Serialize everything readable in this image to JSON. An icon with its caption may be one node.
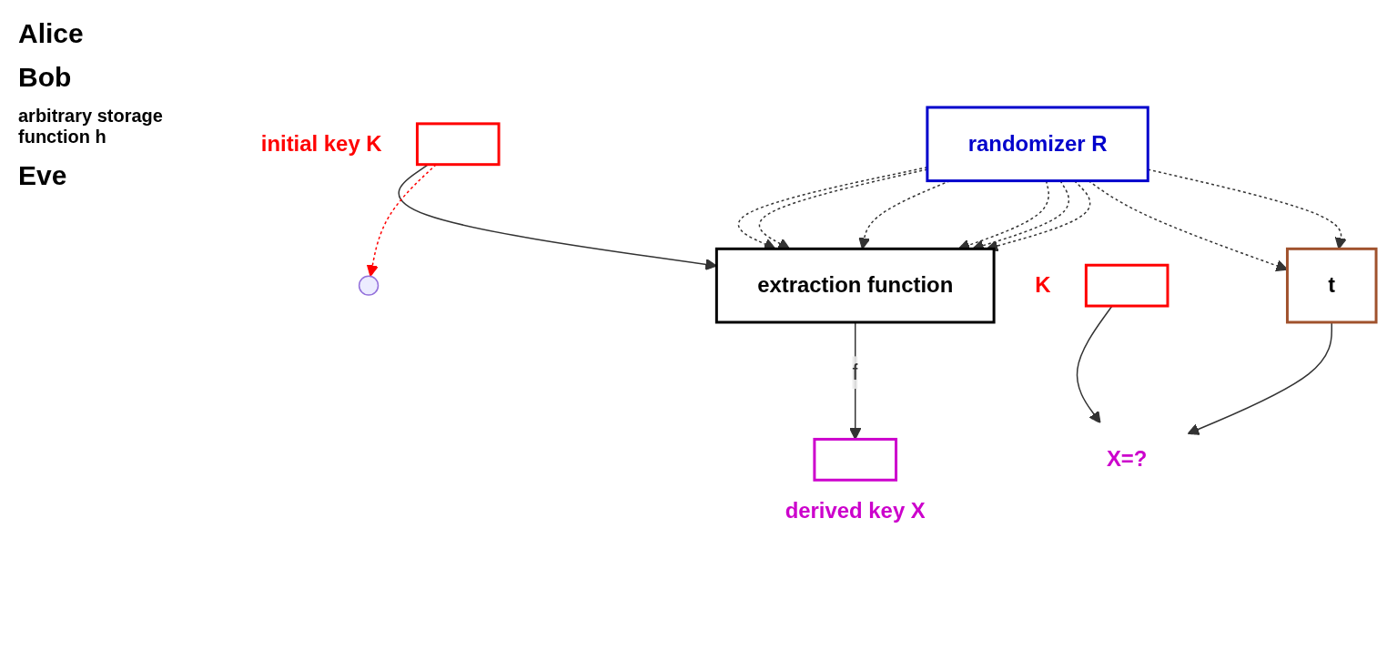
{
  "diagram": {
    "nodes": [
      {
        "text": [],
        "shape": "box",
        "beside": [
          "initial key K"
        ]
      },
      {
        "text": [
          "extraction function"
        ]
      },
      {
        "text": [],
        "shape": "box",
        "beside": [
          "derived key X"
        ]
      },
      {
        "text": [
          "randomizer  R"
        ]
      },
      {
        "text": [
          "t"
        ]
      },
      {
        "text": [
          "X=?"
        ]
      },
      {
        "text": [],
        "shape": "box",
        "beside": [
          "K"
        ]
      }
    ],
    "edges": [
      {
        "from": 0,
        "to": 1,
        "arrow": "to"
      },
      {
        "from": 1,
        "to": 2,
        "arrow": "to",
        "label": "f"
      },
      {
        "from": 0,
        "to": null,
        "arrow": "to",
        "style": "dashed",
        "color": "#ff0000"
      },
      {
        "from": 3,
        "to": 1,
        "arrow": "to",
        "style": "dashed"
      },
      {
        "from": 3,
        "to": 1,
        "arrow": "to",
        "style": "dashed"
      },
      {
        "from": 3,
        "to": 1,
        "arrow": "to",
        "style": "dashed"
      },
      {
        "from": 3,
        "to": 1,
        "arrow": "to",
        "style": "dashed"
      },
      {
        "from": 3,
        "to": 1,
        "arrow": "to",
        "style": "dashed"
      },
      {
        "from": 3,
        "to": 1,
        "arrow": "to",
        "style": "dashed"
      },
      {
        "from": 3,
        "to": 4,
        "arrow": "to",
        "style": "dashed"
      },
      {
        "from": 3,
        "to": 4,
        "arrow": "to",
        "style": "dashed"
      },
      {
        "from": 4,
        "to": 5,
        "arrow": "to"
      },
      {
        "from": 6,
        "to": 5,
        "arrow": "to"
      }
    ],
    "labels": [
      "Alice",
      "Bob",
      "arbitrary storage function h",
      "Eve"
    ]
  }
}
